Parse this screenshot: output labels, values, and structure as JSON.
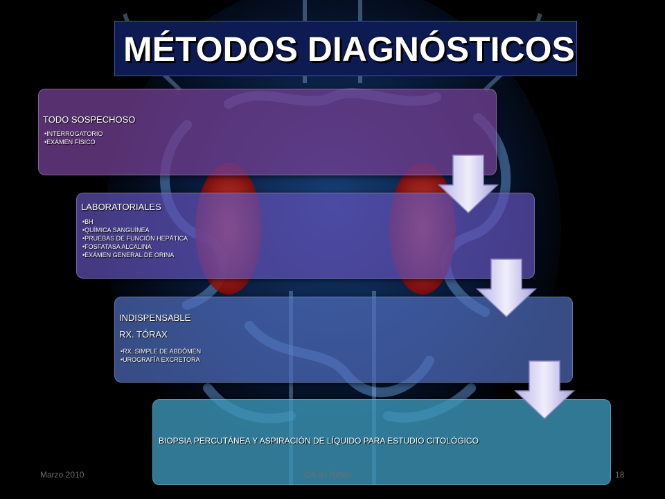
{
  "slide": {
    "title": "MÉTODOS DIAGNÓSTICOS",
    "steps": [
      {
        "heading": "TODO SOSPECHOSO",
        "bullets": [
          "•INTERROGATORIO",
          "•EXÁMEN FÍSICO"
        ]
      },
      {
        "heading": "LABORATORIALES",
        "bullets": [
          "•BH",
          "•QUÍMICA SANGUÍNEA",
          "•PRUEBAS DE FUNCIÓN HEPÁTICA",
          "•FOSFATASA ALCALINA",
          "•EXÁMEN GENERAL DE ORINA"
        ]
      },
      {
        "heading": "INDISPENSABLE",
        "subheading": "RX. TÓRAX",
        "bullets": [
          "•RX. SIMPLE DE ABDÓMEN",
          "•UROGRAFÍA EXCRETORA"
        ]
      },
      {
        "heading": "BIOPSIA PERCUTÁNEA Y ASPIRACIÓN DE LÍQUIDO PARA ESTUDIO CITOLÓGICO"
      }
    ],
    "footer": {
      "date": "Marzo 2010",
      "center": "CA de Riñón",
      "page_number": "18"
    }
  },
  "colors": {
    "title_box": "#0d1b52",
    "step1": "#703e8e",
    "step2": "#6050b4",
    "step3": "#506ebe",
    "step4": "#3c96b9",
    "arrow": "#d9d6f2"
  },
  "icons": [
    "down-arrow-icon",
    "down-arrow-icon",
    "down-arrow-icon"
  ]
}
